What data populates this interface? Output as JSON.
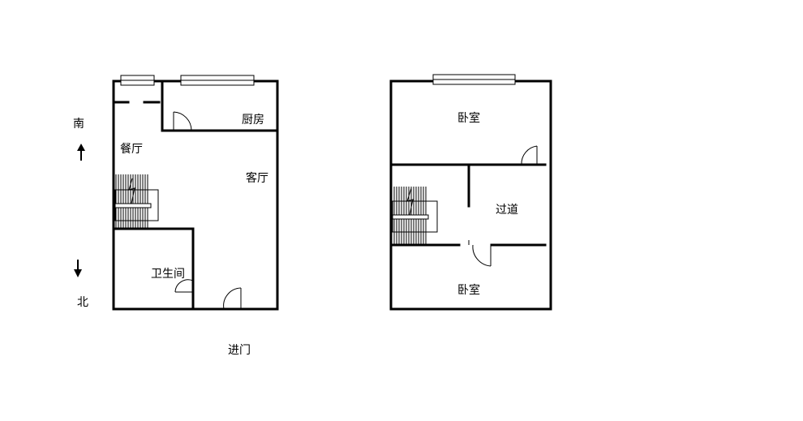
{
  "compass": {
    "south": "南",
    "north": "北"
  },
  "ground_floor": {
    "kitchen": "厨房",
    "dining": "餐厅",
    "living": "客厅",
    "bathroom": "卫生间",
    "entrance": "进门"
  },
  "upper_floor": {
    "bedroom_top": "卧室",
    "corridor": "过道",
    "bedroom_bottom": "卧室"
  }
}
